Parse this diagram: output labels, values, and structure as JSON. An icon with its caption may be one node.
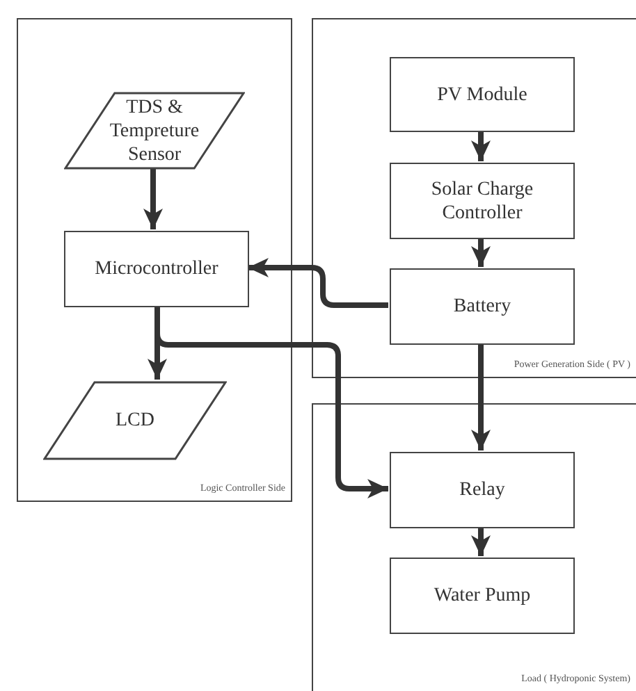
{
  "diagram": {
    "nodes": [
      {
        "text": [
          "Logic Controller Side"
        ]
      },
      {
        "text": [
          "TDS & Tempreture Sensor"
        ],
        "in": 0
      },
      {
        "text": [
          "Microcontroller"
        ],
        "in": 0
      },
      {
        "text": [
          "LCD"
        ],
        "in": 0
      },
      {
        "text": [
          "Power Generation Side ( PV )"
        ]
      },
      {
        "text": [
          "PV Module"
        ],
        "in": 4
      },
      {
        "text": [
          "Solar Charge Controller"
        ],
        "in": 4
      },
      {
        "text": [
          "Battery"
        ],
        "in": 4
      },
      {
        "text": [
          "Load ( Hydroponic System)"
        ]
      },
      {
        "text": [
          "Relay"
        ],
        "in": 8
      },
      {
        "text": [
          "Water Pump"
        ],
        "in": 8
      }
    ],
    "edges": [
      {
        "from": 1,
        "to": 2,
        "arrow": "to"
      },
      {
        "from": 2,
        "to": 3,
        "arrow": "to"
      },
      {
        "from": 7,
        "to": 2,
        "arrow": "to"
      },
      {
        "from": 2,
        "to": 9,
        "arrow": "to"
      },
      {
        "from": 5,
        "to": 6,
        "arrow": "to"
      },
      {
        "from": 6,
        "to": 7,
        "arrow": "to"
      },
      {
        "from": 7,
        "to": 9,
        "arrow": "to"
      },
      {
        "from": 9,
        "to": 10,
        "arrow": "to"
      }
    ]
  }
}
